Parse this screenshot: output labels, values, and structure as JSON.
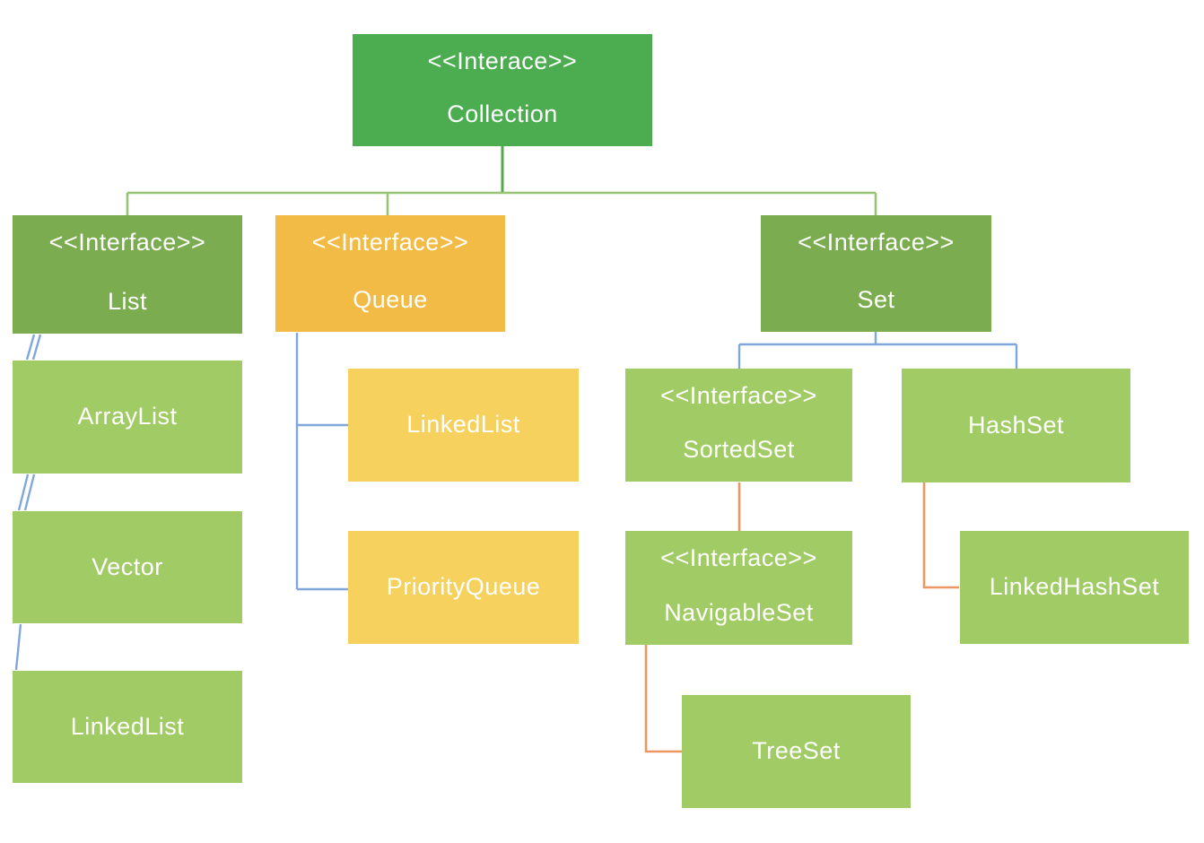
{
  "diagram_type": "uml-class-hierarchy",
  "colors": {
    "interface_green": "#4BAD50",
    "interface_olive": "#7BAC4F",
    "class_light_green": "#A1CB64",
    "interface_amber": "#F2BB45",
    "class_light_amber": "#F6D15E",
    "connector_green_dark": "#55A94B",
    "connector_green_light": "#97C472",
    "connector_blue": "#7FA7DB",
    "connector_orange": "#EC9763",
    "text": "#FFFFFF"
  },
  "nodes": {
    "collection": {
      "stereotype": "<<Interace>>",
      "name": "Collection"
    },
    "list": {
      "stereotype": "<<Interface>>",
      "name": "List"
    },
    "queue": {
      "stereotype": "<<Interface>>",
      "name": "Queue"
    },
    "set": {
      "stereotype": "<<Interface>>",
      "name": "Set"
    },
    "arraylist": {
      "name": "ArrayList"
    },
    "vector": {
      "name": "Vector"
    },
    "linkedlist_list": {
      "name": "LinkedList"
    },
    "linkedlist_queue": {
      "name": "LinkedList"
    },
    "priorityqueue": {
      "name": "PriorityQueue"
    },
    "sortedset": {
      "stereotype": "<<Interface>>",
      "name": "SortedSet"
    },
    "hashset": {
      "name": "HashSet"
    },
    "navigableset": {
      "stereotype": "<<Interface>>",
      "name": "NavigableSet"
    },
    "linkedhashset": {
      "name": "LinkedHashSet"
    },
    "treeset": {
      "name": "TreeSet"
    }
  },
  "edges": [
    {
      "from": "Collection",
      "to": "List",
      "color": "green"
    },
    {
      "from": "Collection",
      "to": "Queue",
      "color": "green"
    },
    {
      "from": "Collection",
      "to": "Set",
      "color": "green"
    },
    {
      "from": "List",
      "to": "ArrayList",
      "color": "blue"
    },
    {
      "from": "ArrayList",
      "to": "Vector",
      "color": "blue"
    },
    {
      "from": "Vector",
      "to": "LinkedList",
      "color": "blue"
    },
    {
      "from": "Queue",
      "to": "LinkedList",
      "color": "blue"
    },
    {
      "from": "Queue",
      "to": "PriorityQueue",
      "color": "blue"
    },
    {
      "from": "Set",
      "to": "SortedSet",
      "color": "blue"
    },
    {
      "from": "Set",
      "to": "HashSet",
      "color": "blue"
    },
    {
      "from": "SortedSet",
      "to": "NavigableSet",
      "color": "orange"
    },
    {
      "from": "NavigableSet",
      "to": "TreeSet",
      "color": "orange"
    },
    {
      "from": "HashSet",
      "to": "LinkedHashSet",
      "color": "orange"
    }
  ]
}
